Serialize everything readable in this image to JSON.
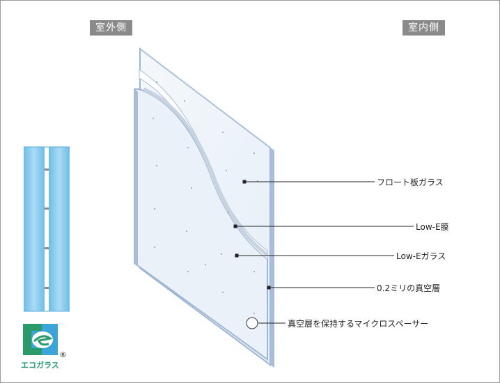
{
  "labels": {
    "outdoor": "室外側",
    "indoor": "室内側"
  },
  "callouts": [
    {
      "id": "float-glass",
      "text": "フロート板ガラス"
    },
    {
      "id": "low-e-film",
      "text": "Low-E膜"
    },
    {
      "id": "low-e-glass",
      "text": "Low-Eガラス"
    },
    {
      "id": "vacuum-layer",
      "text": "0.2ミリの真空層"
    },
    {
      "id": "micro-spacer",
      "text": "真空層を保持するマイクロスペーサー"
    }
  ],
  "logo": {
    "name": "エコガラス",
    "mark": "®"
  },
  "colors": {
    "glass_edge": "#9fb6d3",
    "glass_face": "#eef4fa",
    "cross_section": "#7fc4ea",
    "logo_green": "#2a9a6a",
    "logo_blue": "#3aa6d8",
    "tag_gray": "#8a8a8a"
  }
}
